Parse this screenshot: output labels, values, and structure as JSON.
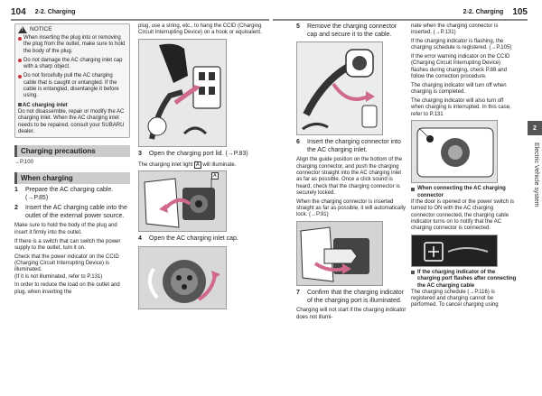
{
  "left_page": {
    "page_number": "104",
    "section": "2-2. Charging",
    "notice": {
      "title": "NOTICE",
      "bullets": [
        "When inserting the plug into or removing the plug from the outlet, make sure to hold the body of the plug.",
        "Do not damage the AC charging inlet cap with a sharp object.",
        "Do not forcefully pull the AC charging cable that is caught or entangled. If the cable is entangled, disentangle it before using."
      ],
      "sub_heading": "AC charging inlet",
      "sub_text": "Do not disassemble, repair or modify the AC charging inlet. When the AC charging inlet needs to be repaired, consult your SUBARU dealer."
    },
    "charging_precautions": {
      "title": "Charging precautions",
      "ref": "→P.100"
    },
    "when_charging": {
      "title": "When charging",
      "steps": [
        {
          "n": "1",
          "text": "Prepare the AC charging cable. (→P.85)"
        },
        {
          "n": "2",
          "text": "Insert the AC charging cable into the outlet of the external power source."
        }
      ],
      "paras": [
        "Make sure to hold the body of the plug and insert it firmly into the outlet.",
        "If there is a switch that can switch the power supply to the outlet, turn it on.",
        "Check that the power indicator on the CCID (Charging Circuit Interrupting Device) is illuminated.",
        "(If it is not illuminated, refer to P.131)",
        "In order to reduce the load on the outlet and plug, when inserting the"
      ]
    },
    "col2": {
      "top_text": "plug, use a string, etc., to hang the CCID (Charging Circuit Interrupting Device) on a hook or equivalent.",
      "step3": {
        "n": "3",
        "text": "Open the charging port lid. (→P.83)"
      },
      "light_text_a": "The charging inlet light",
      "light_box": "A",
      "light_text_b": "will illuminate.",
      "callout": "A",
      "step4": {
        "n": "4",
        "text": "Open the AC charging inlet cap."
      }
    }
  },
  "right_page": {
    "page_number": "105",
    "section": "2-2. Charging",
    "tab_number": "2",
    "tab_label": "Electric Vehicle system",
    "col1": {
      "step5": {
        "n": "5",
        "text": "Remove the charging connector cap and secure it to the cable."
      },
      "step6": {
        "n": "6",
        "text": "Insert the charging connector into the AC charging inlet."
      },
      "paras": [
        "Align the guide position on the bottom of the charging connector, and push the charging connector straight into the AC charging inlet as far as possible. Once a click sound is heard, check that the charging connector is securely locked.",
        "When the charging connector is inserted straight as far as possible, it will automatically lock. (→P.91)"
      ],
      "step7": {
        "n": "7",
        "text": "Confirm that the charging indicator of the charging port is illuminated."
      },
      "tail": "Charging will not start if the charging indicator does not illumi-"
    },
    "col2": {
      "paras": [
        "nate when the charging connector is inserted. (→P.131)",
        "If the charging indicator is flashing, the charging schedule is registered. (→P.105)",
        "If the error warning indicator on the CCID (Charging Circuit Interrupting Device) flashes during charging, check P.88 and follow the correction procedure.",
        "The charging indicator will turn off when charging is completed.",
        "The charging indicator will also turn off when charging is interrupted. In this case, refer to P.131"
      ],
      "sub1_title": "When connecting the AC charging connector",
      "sub1_text": "If the door is opened or the power switch is turned to ON with the AC charging connector connected, the charging cable indicator turns on to notify that the AC charging connector is connected.",
      "sub2_title": "If the charging indicator of the charging port flashes after connecting the AC charging cable",
      "sub2_text": "The charging schedule (→P.116) is registered and charging cannot be performed. To cancel charging using"
    }
  },
  "colors": {
    "band": "#cccccc",
    "notice_bg": "#f5f5f5",
    "tab": "#555555",
    "bullet": "#cc3333"
  }
}
